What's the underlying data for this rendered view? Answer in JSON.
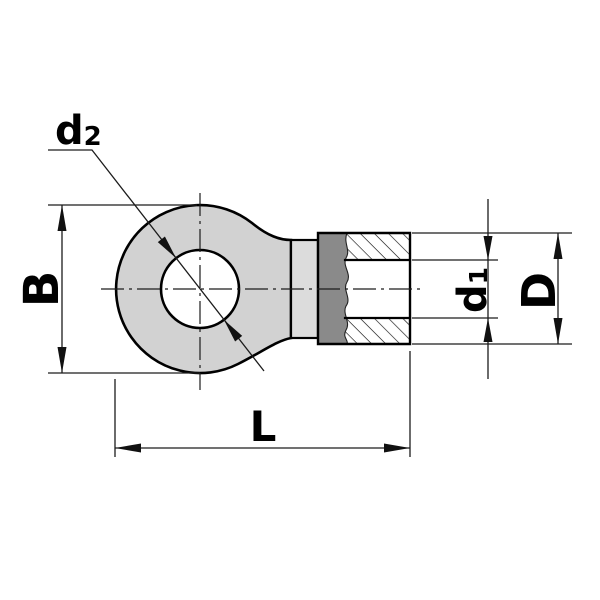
{
  "drawing": {
    "type": "technical-drawing",
    "subject": "ring-cable-lug-side-view-with-part-section",
    "background": "#ffffff",
    "colors": {
      "body_fill": "#d2d2d2",
      "collar_fill": "#dcdcdc",
      "crimp_fill": "#8a8a8a",
      "outline": "#000000",
      "dim_line": "#1c1c1c"
    },
    "dimensions": {
      "d2": {
        "label": "d",
        "subscript": "2",
        "measures": "ring-hole-diameter"
      },
      "B": {
        "label": "B",
        "measures": "ring-outer-width"
      },
      "d1": {
        "label": "d",
        "subscript": "1",
        "measures": "barrel-bore-diameter"
      },
      "D": {
        "label": "D",
        "measures": "barrel-outer-diameter"
      },
      "L": {
        "label": "L",
        "measures": "overall-length"
      }
    }
  }
}
